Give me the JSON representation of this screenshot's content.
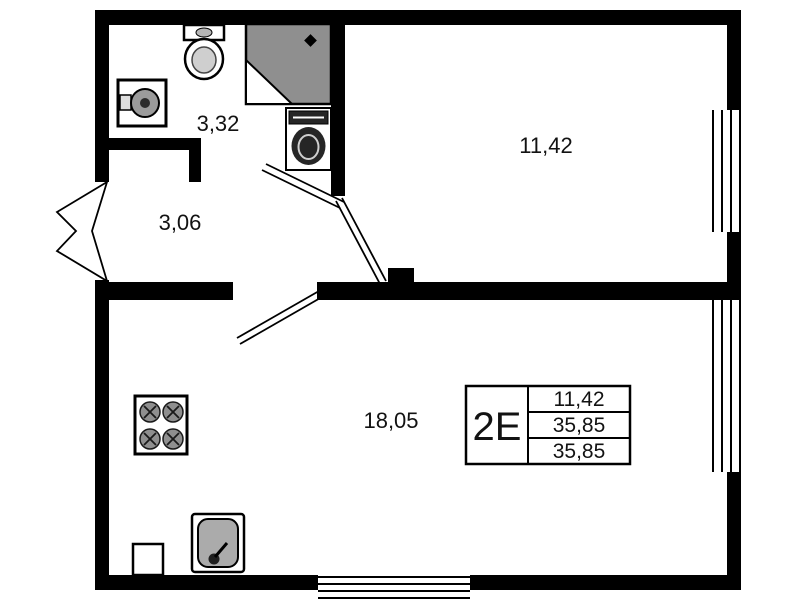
{
  "plan": {
    "rooms": {
      "bathroom": {
        "area": "3,32"
      },
      "hallway": {
        "area": "3,06"
      },
      "bedroom": {
        "area": "11,42"
      },
      "living_kitchen": {
        "area": "18,05"
      }
    },
    "info_box": {
      "type_label": "2E",
      "rows": [
        "11,42",
        "35,85",
        "35,85"
      ]
    },
    "fixtures": [
      "wash-basin",
      "toilet",
      "shower-cabin",
      "toilet-bowl",
      "stove",
      "kitchen-sink"
    ],
    "colors": {
      "wall": "#000000",
      "fixture_gray": "#8f8f8f",
      "dark_fixture": "#262626"
    }
  }
}
